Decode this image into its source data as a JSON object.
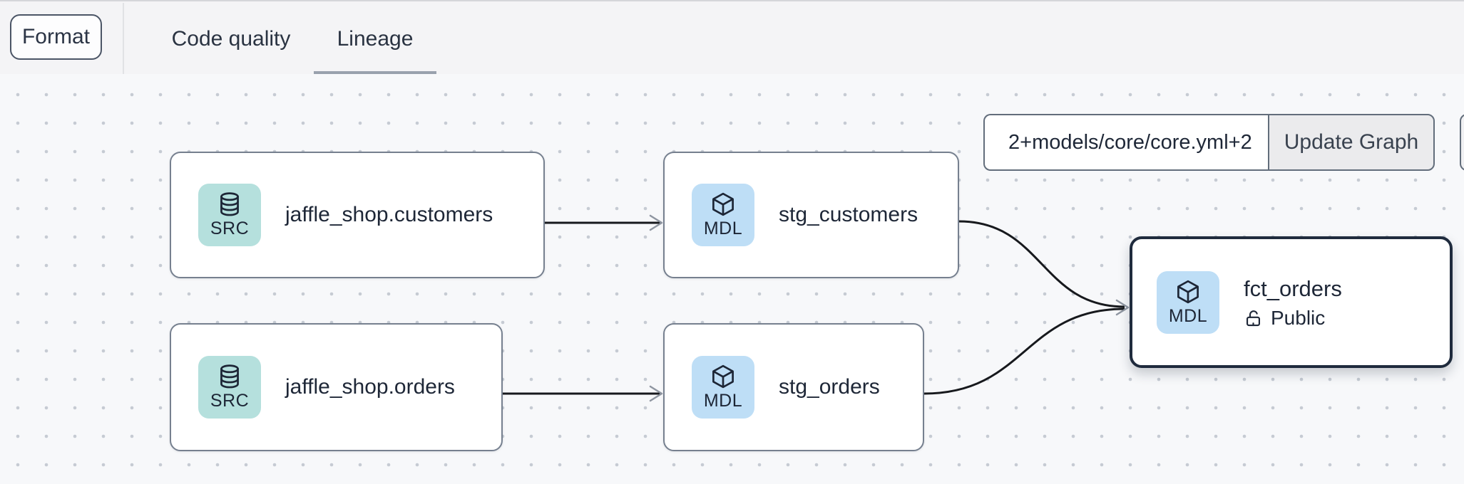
{
  "toolbar": {
    "format_label": "Format",
    "tabs": [
      {
        "label": "Code quality",
        "active": false
      },
      {
        "label": "Lineage",
        "active": true
      }
    ]
  },
  "graph_controls": {
    "selector_value": "2+models/core/core.yml+2",
    "update_button_label": "Update Graph"
  },
  "lineage_graph": {
    "nodes": [
      {
        "label": "jaffle_shop.customers",
        "type": "SRC",
        "icon": "database-icon",
        "selected": false
      },
      {
        "label": "stg_customers",
        "type": "MDL",
        "icon": "cube-icon",
        "selected": false
      },
      {
        "label": "jaffle_shop.orders",
        "type": "SRC",
        "icon": "database-icon",
        "selected": false
      },
      {
        "label": "stg_orders",
        "type": "MDL",
        "icon": "cube-icon",
        "selected": false
      },
      {
        "label": "fct_orders",
        "type": "MDL",
        "icon": "cube-icon",
        "access": "Public",
        "access_icon": "lock-open-icon",
        "selected": true
      }
    ],
    "edges": [
      {
        "source": "jaffle_shop.customers",
        "target": "stg_customers"
      },
      {
        "source": "jaffle_shop.orders",
        "target": "stg_orders"
      },
      {
        "source": "stg_customers",
        "target": "fct_orders"
      },
      {
        "source": "stg_orders",
        "target": "fct_orders"
      }
    ]
  },
  "colors": {
    "source_badge": "#b5e0dd",
    "model_badge": "#bedef6",
    "node_border": "#76808f",
    "selected_node_border": "#1f2b3d",
    "edge": "#17191d",
    "arrowhead": "#8f96a1",
    "tab_underline": "#99a1ad",
    "topbar_bg": "#f4f4f6",
    "canvas_bg": "#f7f8fa"
  }
}
